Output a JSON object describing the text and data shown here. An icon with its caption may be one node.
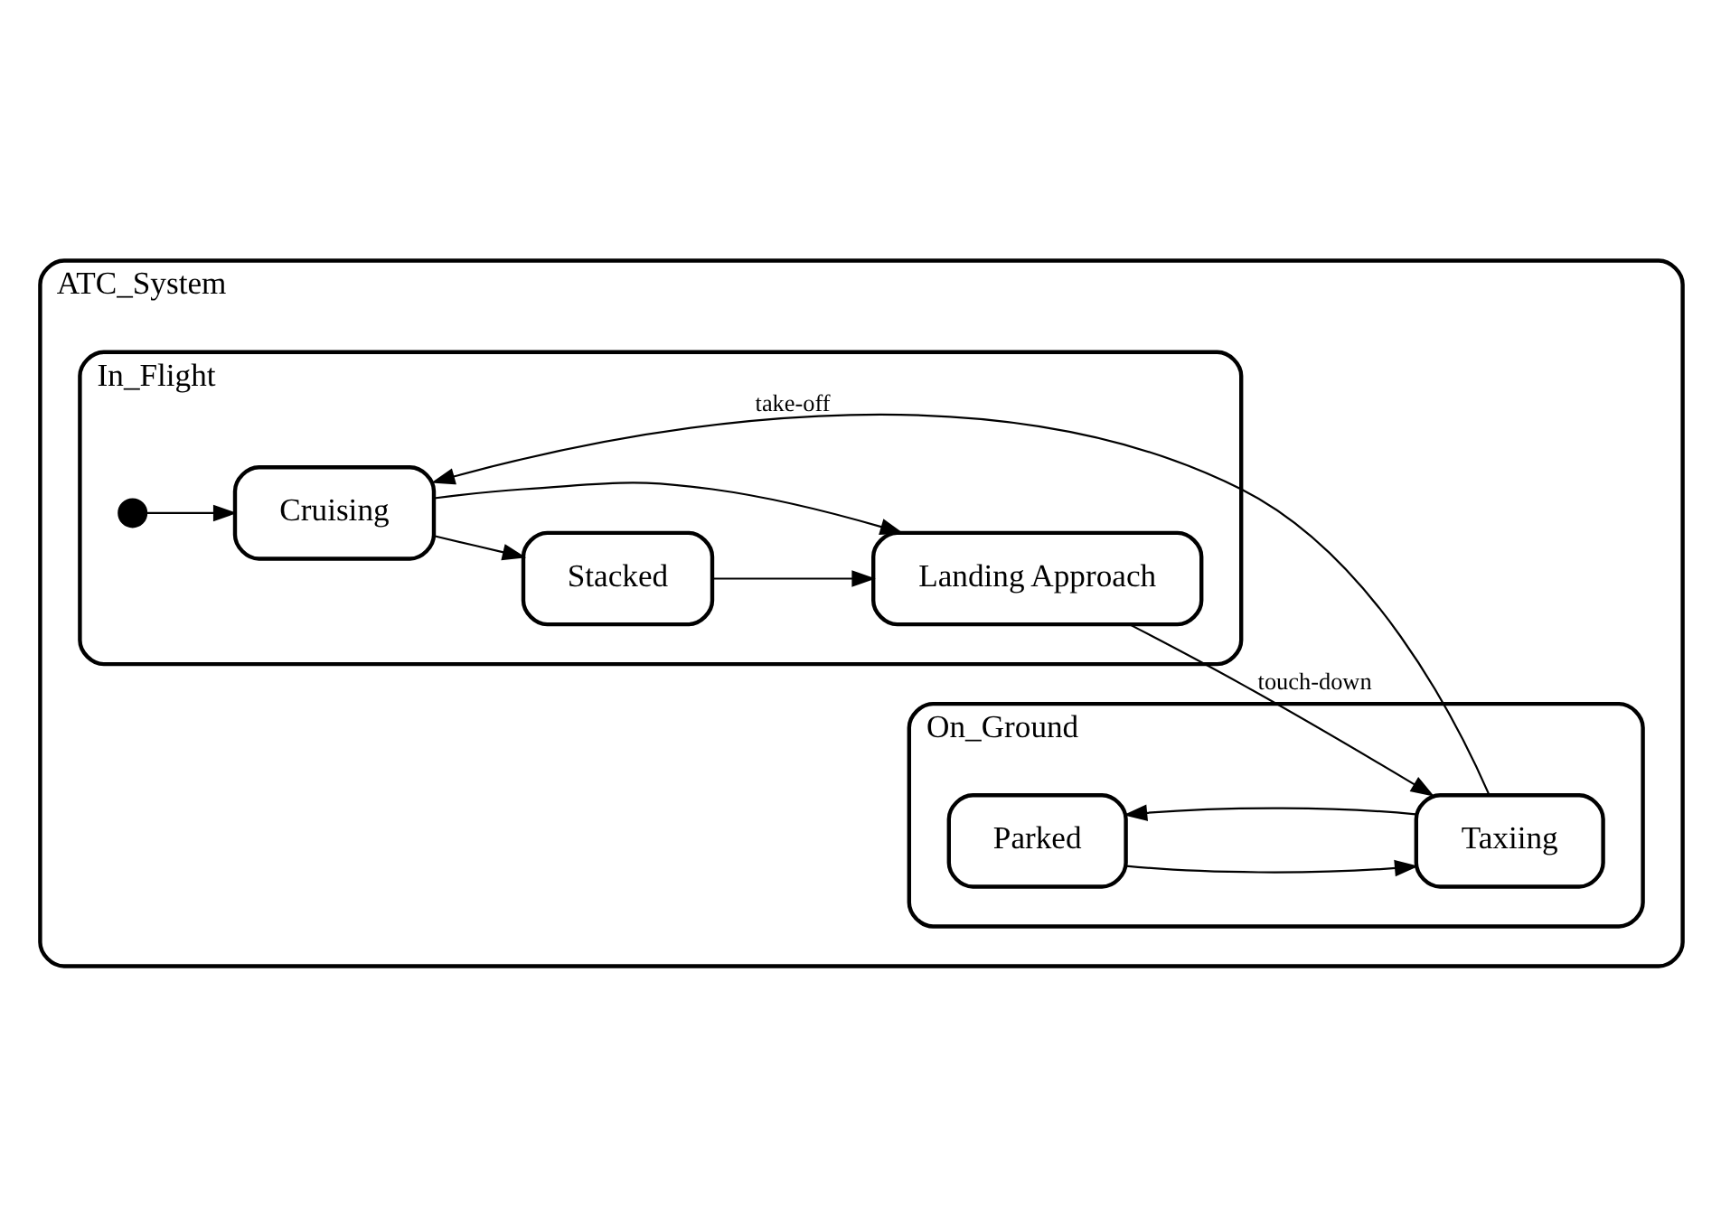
{
  "diagram": {
    "nodes": [
      {
        "text": [
          "ATC_System"
        ]
      },
      {
        "text": [
          "In_Flight"
        ],
        "in": 0
      },
      {
        "text": [],
        "shape": "circle",
        "in": 1
      },
      {
        "text": [
          "Cruising"
        ],
        "in": 1
      },
      {
        "text": [
          "Stacked"
        ],
        "in": 1
      },
      {
        "text": [
          "Landing Approach"
        ],
        "in": 1
      },
      {
        "text": [
          "On_Ground"
        ],
        "in": 0
      },
      {
        "text": [
          "Parked"
        ],
        "in": 6
      },
      {
        "text": [
          "Taxiing"
        ],
        "in": 6
      }
    ],
    "edges": [
      {
        "from": 2,
        "to": 3,
        "arrow": "to"
      },
      {
        "from": 3,
        "to": 4,
        "arrow": "to"
      },
      {
        "from": 3,
        "to": 5,
        "arrow": "to"
      },
      {
        "from": 4,
        "to": 5,
        "arrow": "to"
      },
      {
        "from": 5,
        "to": 8,
        "arrow": "to",
        "label": "touch-down"
      },
      {
        "from": 8,
        "to": 3,
        "arrow": "to",
        "label": "take-off"
      },
      {
        "from": 8,
        "to": 7,
        "arrow": "to"
      },
      {
        "from": 7,
        "to": 8,
        "arrow": "to"
      }
    ]
  }
}
